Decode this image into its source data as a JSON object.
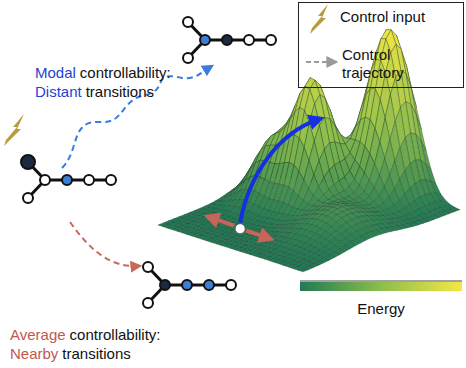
{
  "diagram": {
    "labels": [
      "Modal",
      "controllability:",
      "Distant",
      "transitions",
      "Average",
      "controllability:",
      "Nearby",
      "transitions",
      "Energy"
    ],
    "legend": [
      {
        "text": "Control input"
      },
      {
        "text": "Control trajectory"
      }
    ]
  }
}
